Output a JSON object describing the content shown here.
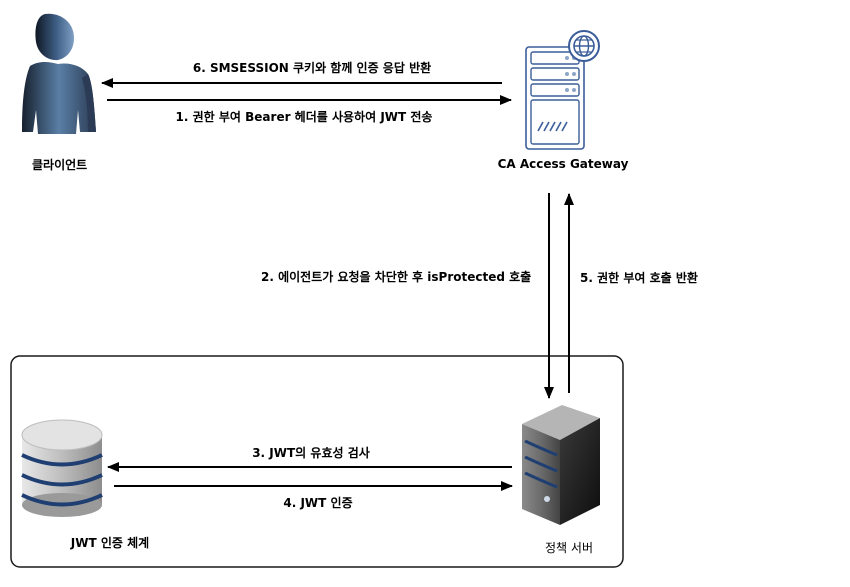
{
  "nodes": {
    "client": {
      "label": "클라이언트"
    },
    "gateway": {
      "label": "CA Access Gateway"
    },
    "policy_server": {
      "label": "정책 서버"
    },
    "jwt_system": {
      "label": "JWT 인증 체계"
    }
  },
  "arrows": {
    "a1": {
      "prefix": "1. 권한 부여 ",
      "bold": "Bearer",
      "suffix": " 헤더를 사용하여 JWT 전송"
    },
    "a2": {
      "prefix": "2. 에이전트가 요청을 차단한 후 ",
      "bold": "isProtected",
      "suffix": " 호출"
    },
    "a3": {
      "text": "3. JWT의 유효성 검사"
    },
    "a4": {
      "text": "4. JWT 인증"
    },
    "a5": {
      "text": "5. 권한 부여 호출 반환"
    },
    "a6": {
      "text": "6. SMSESSION 쿠키와 함께 인증 응답 반환"
    }
  },
  "colors": {
    "client_dark": "#1e2a3a",
    "client_light": "#5a7fa6",
    "gateway_stroke": "#3b5e9a",
    "gateway_fill": "#ffffff",
    "globe": "#3b5e9a",
    "server_dark": "#2b2b2b",
    "server_light": "#9a9a9a",
    "db_stripe": "#1f3f72",
    "db_body": "#d8d8d8"
  }
}
